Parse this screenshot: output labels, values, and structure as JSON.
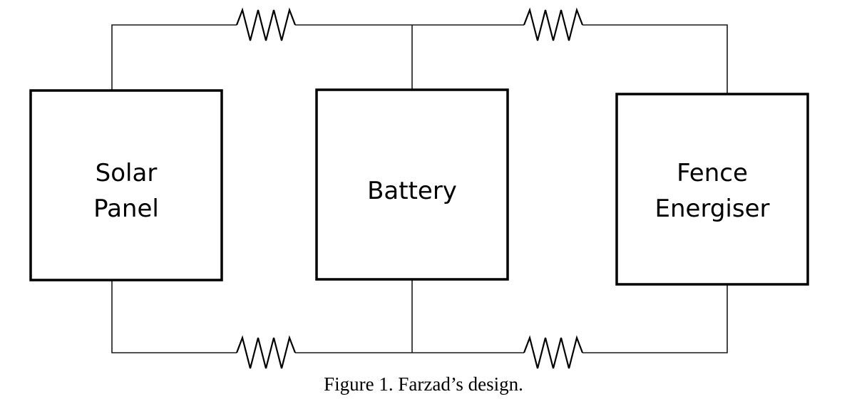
{
  "blocks": {
    "solar_panel": {
      "line1": "Solar",
      "line2": "Panel"
    },
    "battery": {
      "line1": "Battery"
    },
    "fence_energiser": {
      "line1": "Fence",
      "line2": "Energiser"
    }
  },
  "components": {
    "resistor_count": 4,
    "resistor_icon": "zigzag-resistor"
  },
  "caption": "Figure 1. Farzad’s design."
}
